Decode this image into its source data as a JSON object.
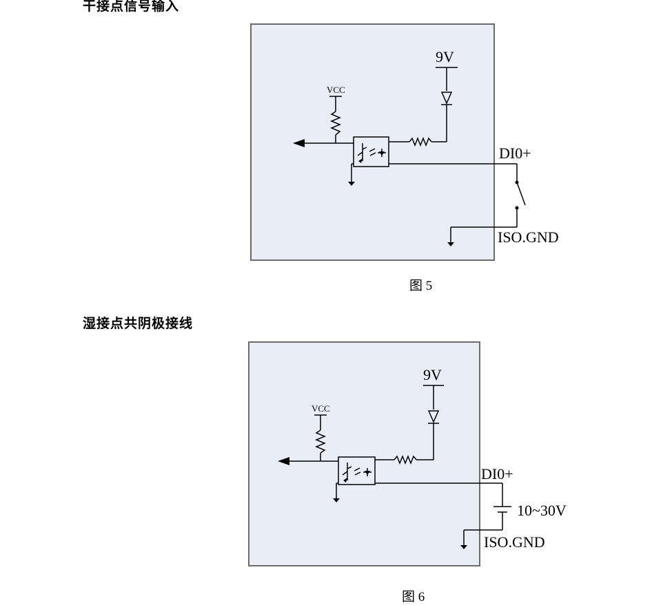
{
  "section1": {
    "heading": "干接点信号输入",
    "caption": "图 5"
  },
  "section2": {
    "heading": "湿接点共阴极接线",
    "caption": "图 6"
  },
  "labels": {
    "v9": "9V",
    "vcc": "VCC",
    "di0": "DI0+",
    "iso_gnd": "ISO.GND",
    "supply": "10~30V"
  }
}
